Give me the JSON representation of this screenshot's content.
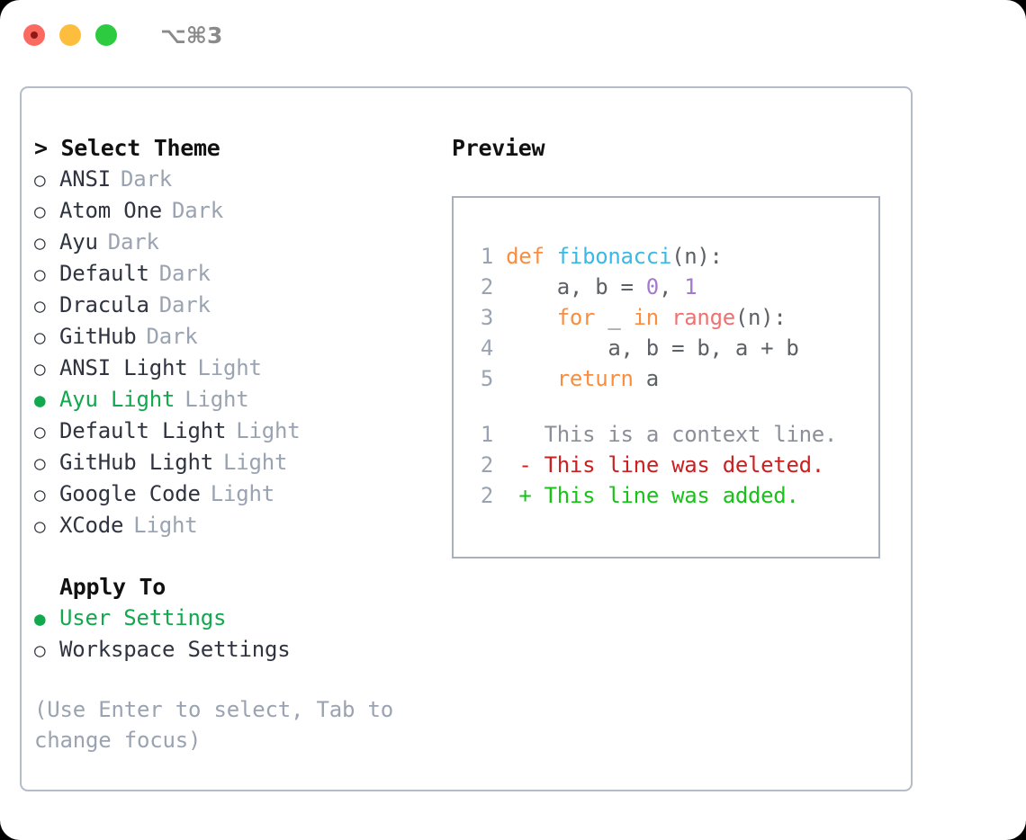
{
  "titlebar": {
    "shortcut": "⌥⌘3",
    "lights": [
      {
        "name": "close-button",
        "color": "#fb6a60"
      },
      {
        "name": "minimize-button",
        "color": "#fdbe3e"
      },
      {
        "name": "maximize-button",
        "color": "#2dcc40"
      }
    ]
  },
  "theme_picker": {
    "heading": "> Select Theme",
    "bullets": {
      "selected": "●",
      "unselected": "○"
    },
    "options": [
      {
        "bullet": "○",
        "label": "ANSI",
        "variant": "Dark",
        "selected": false
      },
      {
        "bullet": "○",
        "label": "Atom One",
        "variant": "Dark",
        "selected": false
      },
      {
        "bullet": "○",
        "label": "Ayu",
        "variant": "Dark",
        "selected": false
      },
      {
        "bullet": "○",
        "label": "Default",
        "variant": "Dark",
        "selected": false
      },
      {
        "bullet": "○",
        "label": "Dracula",
        "variant": "Dark",
        "selected": false
      },
      {
        "bullet": "○",
        "label": "GitHub",
        "variant": "Dark",
        "selected": false
      },
      {
        "bullet": "○",
        "label": "ANSI Light",
        "variant": "Light",
        "selected": false
      },
      {
        "bullet": "●",
        "label": "Ayu Light",
        "variant": "Light",
        "selected": true
      },
      {
        "bullet": "○",
        "label": "Default Light",
        "variant": "Light",
        "selected": false
      },
      {
        "bullet": "○",
        "label": "GitHub Light",
        "variant": "Light",
        "selected": false
      },
      {
        "bullet": "○",
        "label": "Google Code",
        "variant": "Light",
        "selected": false
      },
      {
        "bullet": "○",
        "label": "XCode",
        "variant": "Light",
        "selected": false
      }
    ]
  },
  "apply_to": {
    "heading": "Apply To",
    "options": [
      {
        "bullet": "●",
        "label": "User Settings",
        "selected": true
      },
      {
        "bullet": "○",
        "label": "Workspace Settings",
        "selected": false
      }
    ]
  },
  "hint": "(Use Enter to select, Tab to change focus)",
  "preview": {
    "title": "Preview",
    "code_lines": [
      {
        "lineno": "1",
        "tokens": [
          {
            "text": " ",
            "type": "plain"
          },
          {
            "text": "def",
            "type": "kw"
          },
          {
            "text": " ",
            "type": "plain"
          },
          {
            "text": "fibonacci",
            "type": "fn"
          },
          {
            "text": "(n):",
            "type": "punct"
          }
        ]
      },
      {
        "lineno": "2",
        "tokens": [
          {
            "text": "     a, b = ",
            "type": "plain"
          },
          {
            "text": "0",
            "type": "num"
          },
          {
            "text": ", ",
            "type": "plain"
          },
          {
            "text": "1",
            "type": "num"
          }
        ]
      },
      {
        "lineno": "3",
        "tokens": [
          {
            "text": "     ",
            "type": "plain"
          },
          {
            "text": "for",
            "type": "kw"
          },
          {
            "text": " _ ",
            "type": "plain"
          },
          {
            "text": "in",
            "type": "kw"
          },
          {
            "text": " ",
            "type": "plain"
          },
          {
            "text": "range",
            "type": "call"
          },
          {
            "text": "(n):",
            "type": "punct"
          }
        ]
      },
      {
        "lineno": "4",
        "tokens": [
          {
            "text": "         a, b = b, a + b",
            "type": "plain"
          }
        ]
      },
      {
        "lineno": "5",
        "tokens": [
          {
            "text": "     ",
            "type": "plain"
          },
          {
            "text": "return",
            "type": "kw"
          },
          {
            "text": " a",
            "type": "plain"
          }
        ]
      }
    ],
    "diff_lines": [
      {
        "lineno": "1",
        "marker": " ",
        "text": "This is a context line.",
        "kind": "context"
      },
      {
        "lineno": "2",
        "marker": "-",
        "text": "This line was deleted.",
        "kind": "del"
      },
      {
        "lineno": "2",
        "marker": "+",
        "text": "This line was added.",
        "kind": "add"
      }
    ]
  },
  "colors": {
    "selection_green": "#12a84d",
    "muted_gray": "#9aa3b1",
    "text": "#2f3440",
    "border": "#b4bcc8",
    "syntax_keyword": "#fa8d3e",
    "syntax_function": "#39bae6",
    "syntax_call": "#f07171",
    "syntax_number": "#a37acc",
    "diff_deleted": "#cc2020",
    "diff_added": "#18c318"
  }
}
